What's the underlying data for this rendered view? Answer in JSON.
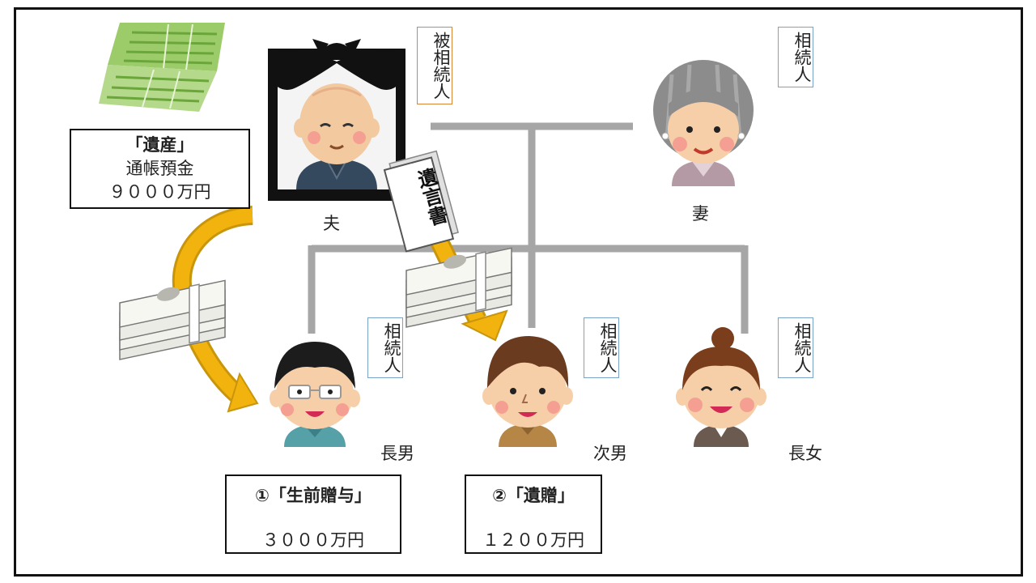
{
  "people": {
    "husband": {
      "name": "夫",
      "role": "被相続人"
    },
    "wife": {
      "name": "妻",
      "role": "相続人"
    },
    "eldest_son": {
      "name": "長男",
      "role": "相続人"
    },
    "second_son": {
      "name": "次男",
      "role": "相続人"
    },
    "eldest_daughter": {
      "name": "長女",
      "role": "相続人"
    }
  },
  "estate_box": {
    "title": "「遺産」",
    "item": "通帳預金",
    "amount": "９０００万円"
  },
  "gift_box": {
    "title": "①「生前贈与」",
    "amount": "３０００万円"
  },
  "bequest_box": {
    "title": "②「遺贈」",
    "amount": "１２００万円"
  },
  "will_document": {
    "text": "遺言書"
  },
  "colors": {
    "tree_line": "#a6a6a6",
    "arrow": "#f2b30f",
    "label_border": "#7aa3c9",
    "deceased_label_border": "#d9853b"
  }
}
